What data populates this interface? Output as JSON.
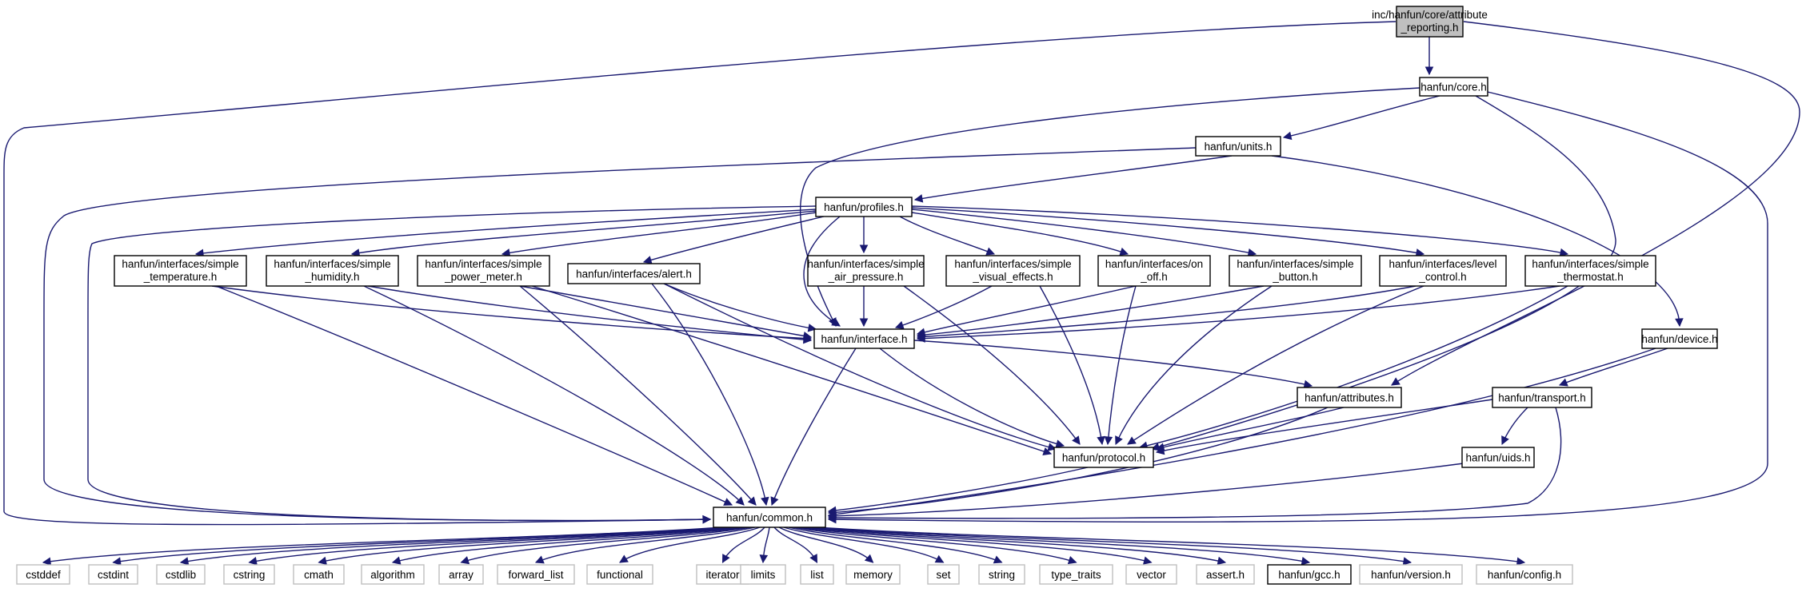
{
  "graph": {
    "nodes": {
      "root": [
        "inc/hanfun/core/attribute",
        "_reporting.h"
      ],
      "core": [
        "hanfun/core.h"
      ],
      "units": [
        "hanfun/units.h"
      ],
      "profiles": [
        "hanfun/profiles.h"
      ],
      "temp": [
        "hanfun/interfaces/simple",
        "_temperature.h"
      ],
      "humid": [
        "hanfun/interfaces/simple",
        "_humidity.h"
      ],
      "power": [
        "hanfun/interfaces/simple",
        "_power_meter.h"
      ],
      "alert": [
        "hanfun/interfaces/alert.h"
      ],
      "air": [
        "hanfun/interfaces/simple",
        "_air_pressure.h"
      ],
      "visual": [
        "hanfun/interfaces/simple",
        "_visual_effects.h"
      ],
      "onoff": [
        "hanfun/interfaces/on",
        "_off.h"
      ],
      "button": [
        "hanfun/interfaces/simple",
        "_button.h"
      ],
      "level": [
        "hanfun/interfaces/level",
        "_control.h"
      ],
      "thermo": [
        "hanfun/interfaces/simple",
        "_thermostat.h"
      ],
      "iface": [
        "hanfun/interface.h"
      ],
      "device": [
        "hanfun/device.h"
      ],
      "attrs": [
        "hanfun/attributes.h"
      ],
      "transport": [
        "hanfun/transport.h"
      ],
      "protocol": [
        "hanfun/protocol.h"
      ],
      "uids": [
        "hanfun/uids.h"
      ],
      "common": [
        "hanfun/common.h"
      ],
      "cstddef": [
        "cstddef"
      ],
      "cstdint": [
        "cstdint"
      ],
      "cstdlib": [
        "cstdlib"
      ],
      "cstring": [
        "cstring"
      ],
      "cmath": [
        "cmath"
      ],
      "algorithm": [
        "algorithm"
      ],
      "array": [
        "array"
      ],
      "forward_list": [
        "forward_list"
      ],
      "functional": [
        "functional"
      ],
      "iterator": [
        "iterator"
      ],
      "limits": [
        "limits"
      ],
      "list": [
        "list"
      ],
      "memory": [
        "memory"
      ],
      "set": [
        "set"
      ],
      "string": [
        "string"
      ],
      "type_traits": [
        "type_traits"
      ],
      "vector": [
        "vector"
      ],
      "assert": [
        "assert.h"
      ],
      "gcc": [
        "hanfun/gcc.h"
      ],
      "version": [
        "hanfun/version.h"
      ],
      "config": [
        "hanfun/config.h"
      ]
    }
  }
}
